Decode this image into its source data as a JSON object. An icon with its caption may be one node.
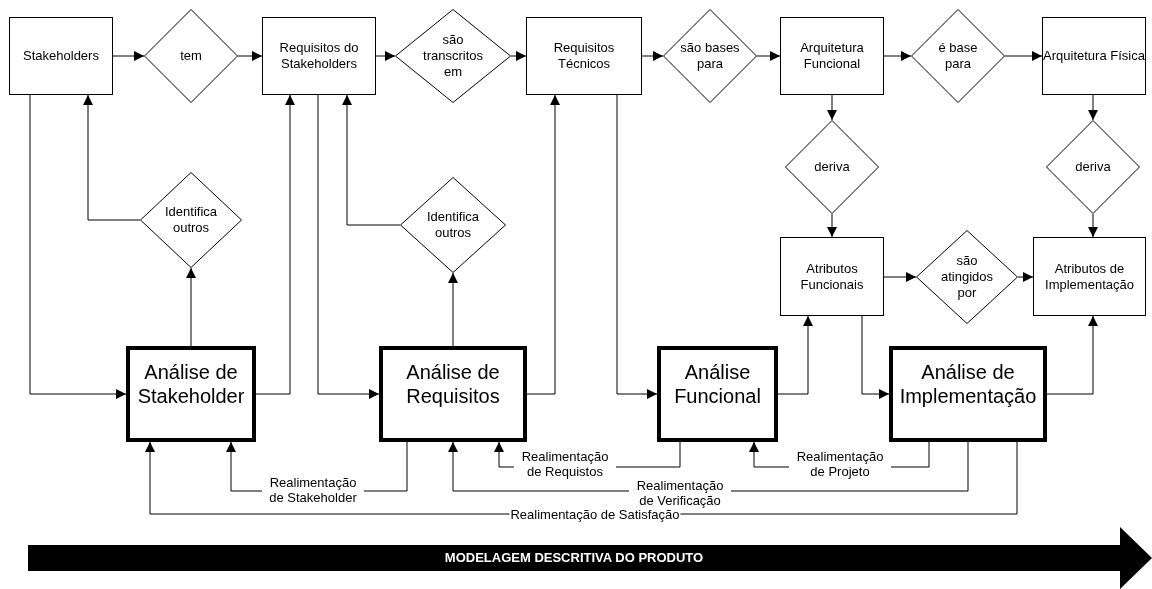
{
  "diagram": {
    "nodes": [
      {
        "text": [
          "Stakeholders"
        ]
      },
      {
        "text": [
          "tem"
        ]
      },
      {
        "text": [
          "Requisitos do Stakeholders"
        ]
      },
      {
        "text": [
          "são transcritos em"
        ]
      },
      {
        "text": [
          "Requisitos Técnicos"
        ]
      },
      {
        "text": [
          "são bases para"
        ]
      },
      {
        "text": [
          "Arquitetura Funcional"
        ]
      },
      {
        "text": [
          "é base para"
        ]
      },
      {
        "text": [
          "Arquitetura Física"
        ]
      },
      {
        "text": [
          "Identifica outros"
        ]
      },
      {
        "text": [
          "Identifica outros"
        ]
      },
      {
        "text": [
          "deriva"
        ]
      },
      {
        "text": [
          "deriva"
        ]
      },
      {
        "text": [
          "Atributos Funcionais"
        ]
      },
      {
        "text": [
          "são atingidos por"
        ]
      },
      {
        "text": [
          "Atributos de Implementação"
        ]
      },
      {
        "text": [
          "Análise de Stakeholder"
        ]
      },
      {
        "text": [
          "Análise de Requisitos"
        ]
      },
      {
        "text": [
          "Análise Funcional"
        ]
      },
      {
        "text": [
          "Análise de Implementação"
        ]
      },
      {
        "text": [
          "MODELAGEM DESCRITIVA DO PRODUTO"
        ]
      }
    ],
    "edges": [
      {
        "from": 0,
        "to": 1,
        "arrow": "to"
      },
      {
        "from": 1,
        "to": 2,
        "arrow": "to"
      },
      {
        "from": 2,
        "to": 3,
        "arrow": "to"
      },
      {
        "from": 3,
        "to": 4,
        "arrow": "to"
      },
      {
        "from": 4,
        "to": 5,
        "arrow": "to"
      },
      {
        "from": 5,
        "to": 6,
        "arrow": "to"
      },
      {
        "from": 6,
        "to": 7,
        "arrow": "to"
      },
      {
        "from": 7,
        "to": 8,
        "arrow": "to"
      },
      {
        "from": 6,
        "to": 11,
        "arrow": "to"
      },
      {
        "from": 11,
        "to": 13,
        "arrow": "to"
      },
      {
        "from": 8,
        "to": 12,
        "arrow": "to"
      },
      {
        "from": 12,
        "to": 15,
        "arrow": "to"
      },
      {
        "from": 13,
        "to": 14,
        "arrow": "to"
      },
      {
        "from": 14,
        "to": 15,
        "arrow": "to"
      },
      {
        "from": 0,
        "to": 16,
        "arrow": "to"
      },
      {
        "from": 16,
        "to": 2,
        "arrow": "to"
      },
      {
        "from": 16,
        "to": 9,
        "arrow": "to"
      },
      {
        "from": 9,
        "to": 0,
        "arrow": "to"
      },
      {
        "from": 2,
        "to": 17,
        "arrow": "to"
      },
      {
        "from": 17,
        "to": 4,
        "arrow": "to"
      },
      {
        "from": 17,
        "to": 10,
        "arrow": "to"
      },
      {
        "from": 10,
        "to": 2,
        "arrow": "to"
      },
      {
        "from": 4,
        "to": 18,
        "arrow": "to"
      },
      {
        "from": 18,
        "to": 13,
        "arrow": "to"
      },
      {
        "from": 13,
        "to": 19,
        "arrow": "to"
      },
      {
        "from": 19,
        "to": 15,
        "arrow": "to"
      },
      {
        "from": 17,
        "to": 16,
        "arrow": "to",
        "label": "Realimentação de Stakeholder"
      },
      {
        "from": 18,
        "to": 17,
        "arrow": "to",
        "label": "Realimentação de Requistos"
      },
      {
        "from": 19,
        "to": 18,
        "arrow": "to",
        "label": "Realimentação de Projeto"
      },
      {
        "from": 19,
        "to": 17,
        "arrow": "to",
        "label": "Realimentação de Verificação"
      },
      {
        "from": 19,
        "to": 16,
        "arrow": "to",
        "label": "Realimentação de Satisfação"
      }
    ]
  }
}
